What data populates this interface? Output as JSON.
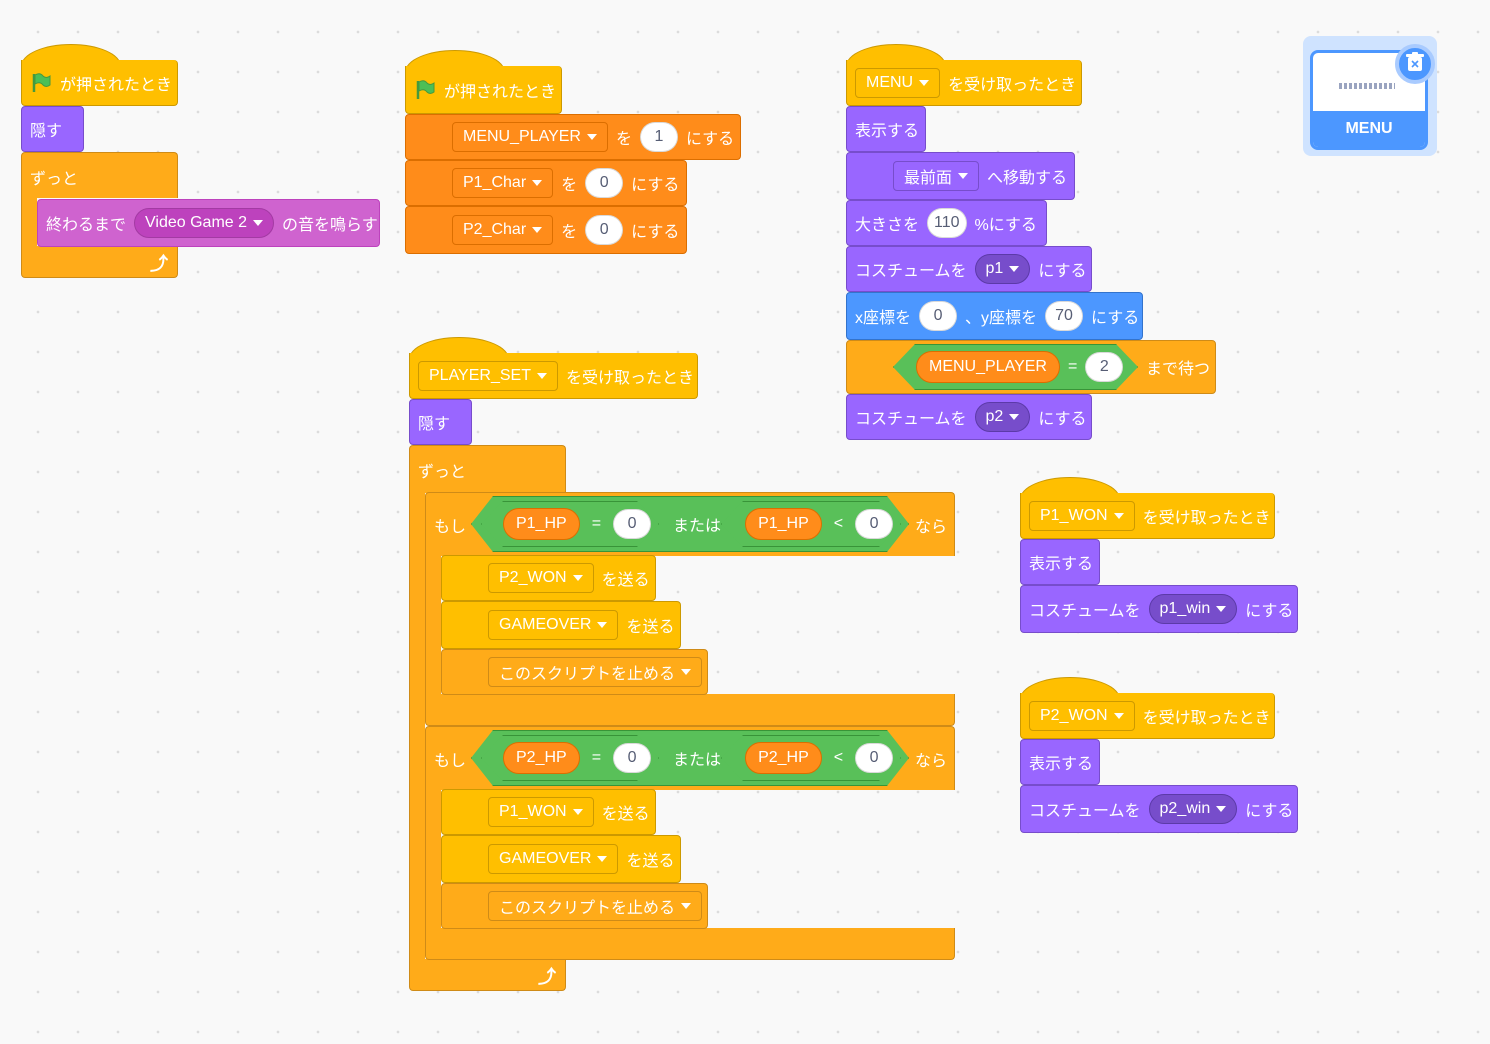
{
  "script1": {
    "hat": "が押されたとき",
    "hide": "隠す",
    "forever": "ずっと",
    "play_until_done": "終わるまで",
    "sound_name": "Video Game 2",
    "play_suffix": "の音を鳴らす"
  },
  "script2": {
    "hat": "が押されたとき",
    "set1": {
      "var": "MENU_PLAYER",
      "to": "を",
      "value": "1",
      "suffix": "にする"
    },
    "set2": {
      "var": "P1_Char",
      "to": "を",
      "value": "0",
      "suffix": "にする"
    },
    "set3": {
      "var": "P2_Char",
      "to": "を",
      "value": "0",
      "suffix": "にする"
    }
  },
  "script3": {
    "message": "MENU",
    "hat_suffix": "を受け取ったとき",
    "show": "表示する",
    "layer": "最前面",
    "layer_suffix": "へ移動する",
    "size_prefix": "大きさを",
    "size_value": "110",
    "size_suffix": "%にする",
    "costume1_prefix": "コスチュームを",
    "costume1": "p1",
    "costume1_suffix": "にする",
    "goto_x_prefix": "x座標を",
    "x_value": "0",
    "goto_y_prefix": "、y座標を",
    "y_value": "70",
    "goto_suffix": "にする",
    "wait_var": "MENU_PLAYER",
    "equals": "=",
    "wait_value": "2",
    "wait_suffix": "まで待つ",
    "costume2_prefix": "コスチュームを",
    "costume2": "p2",
    "costume2_suffix": "にする"
  },
  "script4": {
    "message": "PLAYER_SET",
    "hat_suffix": "を受け取ったとき",
    "hide": "隠す",
    "forever": "ずっと",
    "if1": {
      "if": "もし",
      "a_var": "P1_HP",
      "a_op": "=",
      "a_val": "0",
      "or": "または",
      "b_var": "P1_HP",
      "b_op": "<",
      "b_val": "0",
      "then": "なら",
      "bc1": "P2_WON",
      "bc1_suffix": "を送る",
      "bc2": "GAMEOVER",
      "bc2_suffix": "を送る",
      "stop": "このスクリプトを止める"
    },
    "if2": {
      "if": "もし",
      "a_var": "P2_HP",
      "a_op": "=",
      "a_val": "0",
      "or": "または",
      "b_var": "P2_HP",
      "b_op": "<",
      "b_val": "0",
      "then": "なら",
      "bc1": "P1_WON",
      "bc1_suffix": "を送る",
      "bc2": "GAMEOVER",
      "bc2_suffix": "を送る",
      "stop": "このスクリプトを止める"
    }
  },
  "script5": {
    "message": "P1_WON",
    "hat_suffix": "を受け取ったとき",
    "show": "表示する",
    "costume_prefix": "コスチュームを",
    "costume": "p1_win",
    "costume_suffix": "にする"
  },
  "script6": {
    "message": "P2_WON",
    "hat_suffix": "を受け取ったとき",
    "show": "表示する",
    "costume_prefix": "コスチュームを",
    "costume": "p2_win",
    "costume_suffix": "にする"
  },
  "sprite": {
    "name": "MENU"
  },
  "colors": {
    "events": "#ffbf00",
    "looks": "#9966ff",
    "control": "#ffab19",
    "sound": "#cf63cf",
    "variables": "#ff8c1a",
    "motion": "#4c97ff",
    "operators": "#59c059"
  }
}
